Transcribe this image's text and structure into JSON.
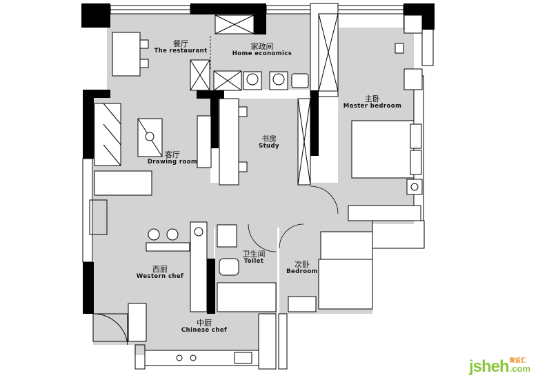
{
  "rooms": {
    "dining": {
      "cn": "餐厅",
      "en": "The restaurant"
    },
    "home_economics": {
      "cn": "家政间",
      "en": "Home economics"
    },
    "master_bedroom": {
      "cn": "主卧",
      "en": "Master bedroom"
    },
    "study": {
      "cn": "书房",
      "en": "Study"
    },
    "drawing_room": {
      "cn": "客厅",
      "en": "Drawing room"
    },
    "toilet": {
      "cn": "卫生间",
      "en": "Toilet"
    },
    "bedroom": {
      "cn": "次卧",
      "en": "Bedroom"
    },
    "western_kitchen": {
      "cn": "西厨",
      "en": "Western chef"
    },
    "chinese_kitchen": {
      "cn": "中厨",
      "en": "Chinese chef"
    }
  },
  "logo": {
    "main": "jsheh",
    "suffix": ".com",
    "cn": "聚设汇"
  },
  "colors": {
    "floor": "#d3d3d3",
    "wall": "#000000",
    "furniture": "#ffffff",
    "logo_green": "#8cc63f",
    "logo_orange": "#f08a24"
  }
}
